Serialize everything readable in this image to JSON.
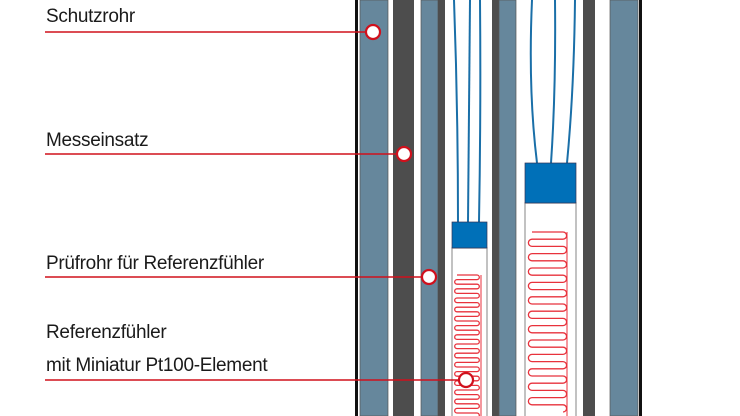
{
  "labels": {
    "schutzrohr": "Schutzrohr",
    "messeinsatz": "Messeinsatz",
    "pruefrohr": "Prüfrohr für Referenzfühler",
    "referenz_line1": "Referenzfühler",
    "referenz_line2": "mit Miniatur Pt100-Element"
  },
  "colors": {
    "tube": "#66879c",
    "dark": "#4d4d4d",
    "sensor_head": "#0070b8",
    "wire": "#1a6fa8",
    "leader": "#d0101c",
    "meander": "#e8323c"
  }
}
